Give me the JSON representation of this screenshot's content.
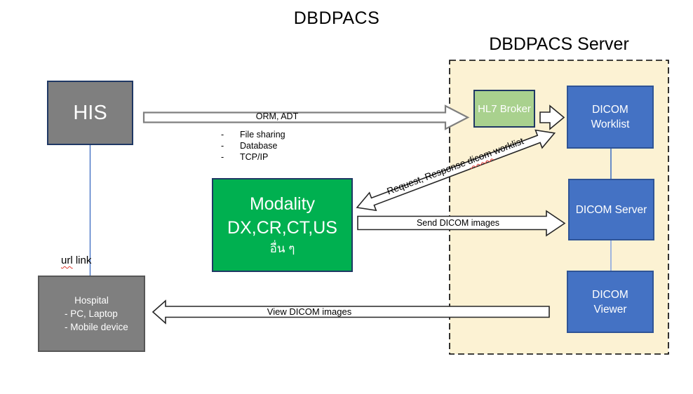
{
  "titles": {
    "main": "DBDPACS",
    "server_group": "DBDPACS Server"
  },
  "nodes": {
    "his": {
      "label": "HIS"
    },
    "hospital": {
      "line1": "Hospital",
      "line2": "- PC, Laptop",
      "line3": "- Mobile device"
    },
    "modality": {
      "line1": "Modality",
      "line2": "DX,CR,CT,US",
      "line3": "อื่น ๆ"
    },
    "hl7_broker": {
      "label": "HL7 Broker"
    },
    "dicom_worklist": {
      "line1": "DICOM",
      "line2": "Worklist"
    },
    "dicom_server": {
      "label": "DICOM Server"
    },
    "dicom_viewer": {
      "line1": "DICOM",
      "line2": "Viewer"
    }
  },
  "arrows": {
    "orm_adt": {
      "label": "ORM, ADT"
    },
    "request_response": {
      "prefix": "Request, Response ",
      "misspelled_word": "dicom",
      "suffix": " worklist"
    },
    "send_dicom": {
      "label": "Send DICOM images"
    },
    "view_dicom": {
      "label": "View DICOM images"
    }
  },
  "notes": {
    "bullet": "-",
    "protocols": [
      "File sharing",
      "Database",
      "TCP/IP"
    ],
    "url_link": {
      "misspelled_word": "url",
      "suffix": " link"
    }
  },
  "colors": {
    "server_group_bg": "#FCF2D3",
    "gray_box": "#7F7F7F",
    "navy_border": "#1F3864",
    "green_box": "#00B050",
    "light_green_box": "#A9D18E",
    "blue_box": "#4472C4",
    "blue_box_border": "#2F5496",
    "connector_blue": "#4472C4",
    "connector_light_blue": "#9FB5DE",
    "arrow_gray_outline": "#7F7F7F",
    "arrow_black_outline": "#262626",
    "squiggle_red": "#E03A2F"
  }
}
